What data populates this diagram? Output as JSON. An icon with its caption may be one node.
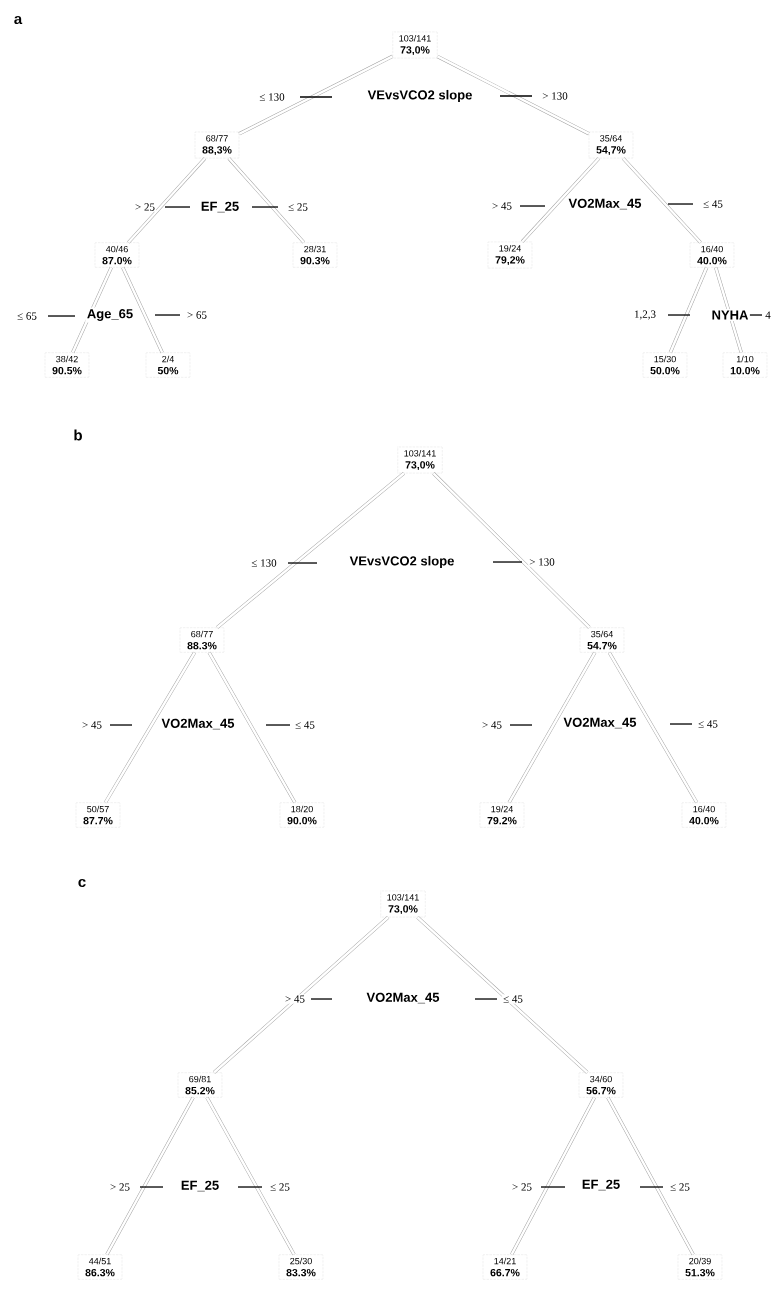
{
  "diagram": {
    "nodes": [
      {
        "text": [
          "103/141",
          "73,0%"
        ]
      },
      {
        "text": [
          "68/77",
          "88,3%"
        ]
      },
      {
        "text": [
          "35/64",
          "54,7%"
        ]
      },
      {
        "text": [
          "40/46",
          "87.0%"
        ]
      },
      {
        "text": [
          "28/31",
          "90.3%"
        ]
      },
      {
        "text": [
          "19/24",
          "79,2%"
        ]
      },
      {
        "text": [
          "16/40",
          "40.0%"
        ]
      },
      {
        "text": [
          "38/42",
          "90.5%"
        ]
      },
      {
        "text": [
          "2/4",
          "50%"
        ]
      },
      {
        "text": [
          "15/30",
          "50.0%"
        ]
      },
      {
        "text": [
          "1/10",
          "10.0%"
        ]
      },
      {
        "text": [
          "103/141",
          "73,0%"
        ]
      },
      {
        "text": [
          "68/77",
          "88.3%"
        ]
      },
      {
        "text": [
          "35/64",
          "54.7%"
        ]
      },
      {
        "text": [
          "50/57",
          "87.7%"
        ]
      },
      {
        "text": [
          "18/20",
          "90.0%"
        ]
      },
      {
        "text": [
          "19/24",
          "79.2%"
        ]
      },
      {
        "text": [
          "16/40",
          "40.0%"
        ]
      },
      {
        "text": [
          "103/141",
          "73,0%"
        ]
      },
      {
        "text": [
          "69/81",
          "85.2%"
        ]
      },
      {
        "text": [
          "34/60",
          "56.7%"
        ]
      },
      {
        "text": [
          "44/51",
          "86.3%"
        ]
      },
      {
        "text": [
          "25/30",
          "83.3%"
        ]
      },
      {
        "text": [
          "14/21",
          "66.7%"
        ]
      },
      {
        "text": [
          "20/39",
          "51.3%"
        ]
      }
    ],
    "edges": [
      {
        "from": 0,
        "to": 1,
        "arrow": "none",
        "label": "≤ 130"
      },
      {
        "from": 0,
        "to": 2,
        "arrow": "none",
        "label": "> 130"
      },
      {
        "from": 1,
        "to": 3,
        "arrow": "none",
        "label": "> 25"
      },
      {
        "from": 1,
        "to": 4,
        "arrow": "none",
        "label": "≤ 25"
      },
      {
        "from": 3,
        "to": 7,
        "arrow": "none",
        "label": "≤ 65"
      },
      {
        "from": 3,
        "to": 8,
        "arrow": "none",
        "label": "> 65"
      },
      {
        "from": 2,
        "to": 5,
        "arrow": "none",
        "label": "> 45"
      },
      {
        "from": 2,
        "to": 6,
        "arrow": "none",
        "label": "≤ 45"
      },
      {
        "from": 6,
        "to": 9,
        "arrow": "none",
        "label": "1,2,3"
      },
      {
        "from": 6,
        "to": 10,
        "arrow": "none",
        "label": "4"
      },
      {
        "from": 11,
        "to": 12,
        "arrow": "none",
        "label": "≤ 130"
      },
      {
        "from": 11,
        "to": 13,
        "arrow": "none",
        "label": "> 130"
      },
      {
        "from": 12,
        "to": 14,
        "arrow": "none",
        "label": "> 45"
      },
      {
        "from": 12,
        "to": 15,
        "arrow": "none",
        "label": "≤ 45"
      },
      {
        "from": 13,
        "to": 16,
        "arrow": "none",
        "label": "> 45"
      },
      {
        "from": 13,
        "to": 17,
        "arrow": "none",
        "label": "≤ 45"
      },
      {
        "from": 18,
        "to": 19,
        "arrow": "none",
        "label": "> 45"
      },
      {
        "from": 18,
        "to": 20,
        "arrow": "none",
        "label": "≤ 45"
      },
      {
        "from": 19,
        "to": 21,
        "arrow": "none",
        "label": "> 25"
      },
      {
        "from": 19,
        "to": 22,
        "arrow": "none",
        "label": "≤ 25"
      },
      {
        "from": 20,
        "to": 23,
        "arrow": "none",
        "label": "> 25"
      },
      {
        "from": 20,
        "to": 24,
        "arrow": "none",
        "label": "≤ 25"
      }
    ],
    "labels": [
      "a",
      "VEvsVCO2 slope",
      "EF_25",
      "VO2Max_45",
      "Age_65",
      "NYHA",
      "b",
      "VEvsVCO2 slope",
      "VO2Max_45",
      "VO2Max_45",
      "c",
      "VO2Max_45",
      "EF_25",
      "EF_25"
    ]
  }
}
